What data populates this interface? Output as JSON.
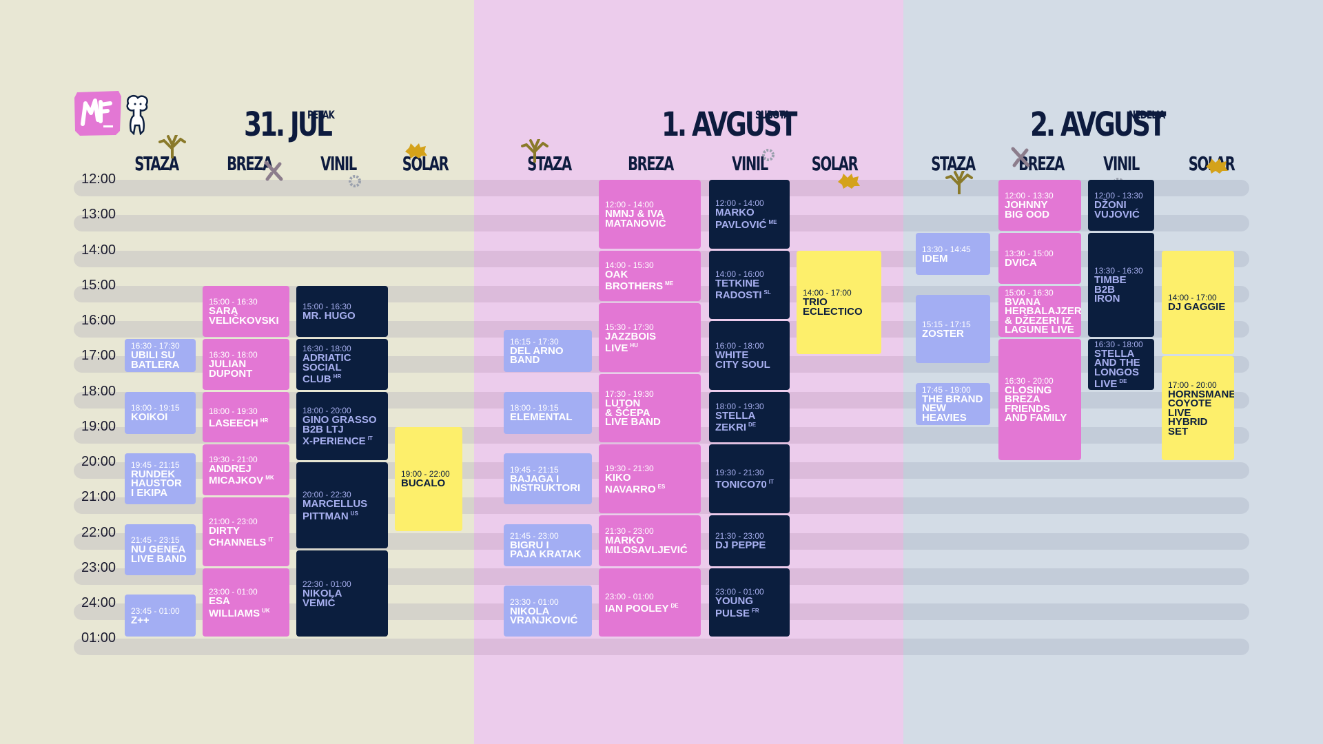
{
  "colors": {
    "panel_day1": "#e8e7d4",
    "panel_day2": "#ecccec",
    "panel_day3": "#d3dce6",
    "bar_day1": "#d5d3cb",
    "bar_day2": "#dcbbdb",
    "bar_day3": "#c3ccd9",
    "pink": "#e377d4",
    "navy": "#0b1e3e",
    "lavender": "#a3aef3",
    "yellow": "#fdef6b"
  },
  "logo": {
    "icon": "festival-logo-icon",
    "mascot": "mascot-icon"
  },
  "times": [
    "12:00",
    "13:00",
    "14:00",
    "15:00",
    "16:00",
    "17:00",
    "18:00",
    "19:00",
    "20:00",
    "21:00",
    "22:00",
    "23:00",
    "24:00",
    "01:00"
  ],
  "stages": [
    "STAZA",
    "BREZA",
    "VINIL",
    "SOLAR"
  ],
  "days": [
    {
      "title": "31. JUL",
      "weekday": "PETAK",
      "events": [
        {
          "stage": 0,
          "start": 16.5,
          "end": 17.5,
          "time": "16:30 - 17:30",
          "name": "UBILI SU\nBATLERA",
          "tag": ""
        },
        {
          "stage": 0,
          "start": 18,
          "end": 19.25,
          "time": "18:00 - 19:15",
          "name": "KOIKOI",
          "tag": ""
        },
        {
          "stage": 0,
          "start": 19.75,
          "end": 21.25,
          "time": "19:45 - 21:15",
          "name": "RUNDEK\nHAUSTOR\nI EKIPA",
          "tag": ""
        },
        {
          "stage": 0,
          "start": 21.75,
          "end": 23.25,
          "time": "21:45 - 23:15",
          "name": "NU GENEA\nLIVE BAND",
          "tag": ""
        },
        {
          "stage": 0,
          "start": 23.75,
          "end": 25,
          "time": "23:45 - 01:00",
          "name": "Z++",
          "tag": ""
        },
        {
          "stage": 1,
          "start": 15,
          "end": 16.5,
          "time": "15:00 - 16:30",
          "name": "SARA\nVELIČKOVSKI",
          "tag": ""
        },
        {
          "stage": 1,
          "start": 16.5,
          "end": 18,
          "time": "16:30 - 18:00",
          "name": "JULIAN\nDUPONT",
          "tag": ""
        },
        {
          "stage": 1,
          "start": 18,
          "end": 19.5,
          "time": "18:00 - 19:30",
          "name": "LASEECH",
          "tag": "HR"
        },
        {
          "stage": 1,
          "start": 19.5,
          "end": 21,
          "time": "19:30 - 21:00",
          "name": "ANDREJ\nMICAJKOV",
          "tag": "MK"
        },
        {
          "stage": 1,
          "start": 21,
          "end": 23,
          "time": "21:00 - 23:00",
          "name": "DIRTY\nCHANNELS",
          "tag": "IT"
        },
        {
          "stage": 1,
          "start": 23,
          "end": 25,
          "time": "23:00 - 01:00",
          "name": "ESA\nWILLIAMS",
          "tag": "UK"
        },
        {
          "stage": 2,
          "start": 15,
          "end": 16.5,
          "time": "15:00 - 16:30",
          "name": "MR. HUGO",
          "tag": ""
        },
        {
          "stage": 2,
          "start": 16.5,
          "end": 18,
          "time": "16:30 - 18:00",
          "name": "ADRIATIC\nSOCIAL\nCLUB",
          "tag": "HR"
        },
        {
          "stage": 2,
          "start": 18,
          "end": 20,
          "time": "18:00 - 20:00",
          "name": "GINO GRASSO\nB2B LTJ\nX-PERIENCE",
          "tag": "IT"
        },
        {
          "stage": 2,
          "start": 20,
          "end": 22.5,
          "time": "20:00 - 22:30",
          "name": "MARCELLUS\nPITTMAN",
          "tag": "US"
        },
        {
          "stage": 2,
          "start": 22.5,
          "end": 25,
          "time": "22:30 - 01:00",
          "name": "NIKOLA\nVEMIĆ",
          "tag": ""
        },
        {
          "stage": 3,
          "start": 19,
          "end": 22,
          "time": "19:00 - 22:00",
          "name": "BUCALO",
          "tag": ""
        }
      ]
    },
    {
      "title": "1. AVGUST",
      "weekday": "SUBOTA",
      "events": [
        {
          "stage": 0,
          "start": 16.25,
          "end": 17.5,
          "time": "16:15 - 17:30",
          "name": "DEL ARNO\nBAND",
          "tag": ""
        },
        {
          "stage": 0,
          "start": 18,
          "end": 19.25,
          "time": "18:00 - 19:15",
          "name": "ELEMENTAL",
          "tag": ""
        },
        {
          "stage": 0,
          "start": 19.75,
          "end": 21.25,
          "time": "19:45 - 21:15",
          "name": "BAJAGA I\nINSTRUKTORI",
          "tag": ""
        },
        {
          "stage": 0,
          "start": 21.75,
          "end": 23,
          "time": "21:45 - 23:00",
          "name": "BIGRU I\nPAJA KRATAK",
          "tag": ""
        },
        {
          "stage": 0,
          "start": 23.5,
          "end": 25,
          "time": "23:30 - 01:00",
          "name": "NIKOLA\nVRANJKOVIĆ",
          "tag": ""
        },
        {
          "stage": 1,
          "start": 12,
          "end": 14,
          "time": "12:00 - 14:00",
          "name": "NMNJ & IVA\nMATANOVIĆ",
          "tag": ""
        },
        {
          "stage": 1,
          "start": 14,
          "end": 15.5,
          "time": "14:00 - 15:30",
          "name": "OAK\nBROTHERS",
          "tag": "ME"
        },
        {
          "stage": 1,
          "start": 15.5,
          "end": 17.5,
          "time": "15:30 - 17:30",
          "name": "JAZZBOIS\nLIVE",
          "tag": "HU"
        },
        {
          "stage": 1,
          "start": 17.5,
          "end": 19.5,
          "time": "17:30 - 19:30",
          "name": "LUTON\n& ŠĆEPA\nLIVE BAND",
          "tag": ""
        },
        {
          "stage": 1,
          "start": 19.5,
          "end": 21.5,
          "time": "19:30 - 21:30",
          "name": "KIKO\nNAVARRO",
          "tag": "ES"
        },
        {
          "stage": 1,
          "start": 21.5,
          "end": 23,
          "time": "21:30 - 23:00",
          "name": "MARKO\nMILOSAVLJEVIĆ",
          "tag": ""
        },
        {
          "stage": 1,
          "start": 23,
          "end": 25,
          "time": "23:00 - 01:00",
          "name": "IAN POOLEY",
          "tag": "DE"
        },
        {
          "stage": 2,
          "start": 12,
          "end": 14,
          "time": "12:00 - 14:00",
          "name": "MARKO\nPAVLOVIĆ",
          "tag": "ME"
        },
        {
          "stage": 2,
          "start": 14,
          "end": 16,
          "time": "14:00 - 16:00",
          "name": "TETKINE\nRADOSTI",
          "tag": "SL"
        },
        {
          "stage": 2,
          "start": 16,
          "end": 18,
          "time": "16:00 - 18:00",
          "name": "WHITE\nCITY SOUL",
          "tag": ""
        },
        {
          "stage": 2,
          "start": 18,
          "end": 19.5,
          "time": "18:00 - 19:30",
          "name": "STELLA\nZEKRI",
          "tag": "DE"
        },
        {
          "stage": 2,
          "start": 19.5,
          "end": 21.5,
          "time": "19:30 - 21:30",
          "name": "TONICO70",
          "tag": "IT"
        },
        {
          "stage": 2,
          "start": 21.5,
          "end": 23,
          "time": "21:30 - 23:00",
          "name": "DJ PEPPE",
          "tag": ""
        },
        {
          "stage": 2,
          "start": 23,
          "end": 25,
          "time": "23:00 - 01:00",
          "name": "YOUNG\nPULSE",
          "tag": "FR"
        },
        {
          "stage": 3,
          "start": 14,
          "end": 17,
          "time": "14:00 - 17:00",
          "name": "TRIO\nECLECTICO",
          "tag": ""
        }
      ]
    },
    {
      "title": "2. AVGUST",
      "weekday": "NEDELJA",
      "events": [
        {
          "stage": 0,
          "start": 13.5,
          "end": 14.75,
          "time": "13:30 - 14:45",
          "name": "IDEM",
          "tag": ""
        },
        {
          "stage": 0,
          "start": 15.25,
          "end": 17.25,
          "time": "15:15 - 17:15",
          "name": "ZOSTER",
          "tag": ""
        },
        {
          "stage": 0,
          "start": 17.75,
          "end": 19,
          "time": "17:45 - 19:00",
          "name": "THE BRAND\nNEW\nHEAVIES",
          "tag": ""
        },
        {
          "stage": 1,
          "start": 12,
          "end": 13.5,
          "time": "12:00 - 13:30",
          "name": "JOHNNY\nBIG OOD",
          "tag": ""
        },
        {
          "stage": 1,
          "start": 13.5,
          "end": 15,
          "time": "13:30 - 15:00",
          "name": "DVICA",
          "tag": ""
        },
        {
          "stage": 1,
          "start": 15,
          "end": 16.5,
          "time": "15:00 - 16:30",
          "name": "BVANA\nHERBALAJZER\n& DŽEZERI IZ\nLAGUNE LIVE",
          "tag": ""
        },
        {
          "stage": 1,
          "start": 16.5,
          "end": 20,
          "time": "16:30 - 20:00",
          "name": "CLOSING\nBREZA\nFRIENDS\nAND FAMILY",
          "tag": ""
        },
        {
          "stage": 2,
          "start": 12,
          "end": 13.5,
          "time": "12:00 - 13:30",
          "name": "DŽONI\nVUJOVIĆ",
          "tag": ""
        },
        {
          "stage": 2,
          "start": 13.5,
          "end": 16.5,
          "time": "13:30 - 16:30",
          "name": "TIMBE\nB2B\nIRON",
          "tag": ""
        },
        {
          "stage": 2,
          "start": 16.5,
          "end": 18,
          "time": "16:30 - 18:00",
          "name": "STELLA\nAND THE\nLONGOS\nLIVE",
          "tag": "DE"
        },
        {
          "stage": 3,
          "start": 14,
          "end": 17,
          "time": "14:00 - 17:00",
          "name": "DJ GAGGIE",
          "tag": ""
        },
        {
          "stage": 3,
          "start": 17,
          "end": 20,
          "time": "17:00 - 20:00",
          "name": "HORNSMANE\nCOYOTE LIVE\nHYBRID SET",
          "tag": ""
        }
      ]
    }
  ]
}
